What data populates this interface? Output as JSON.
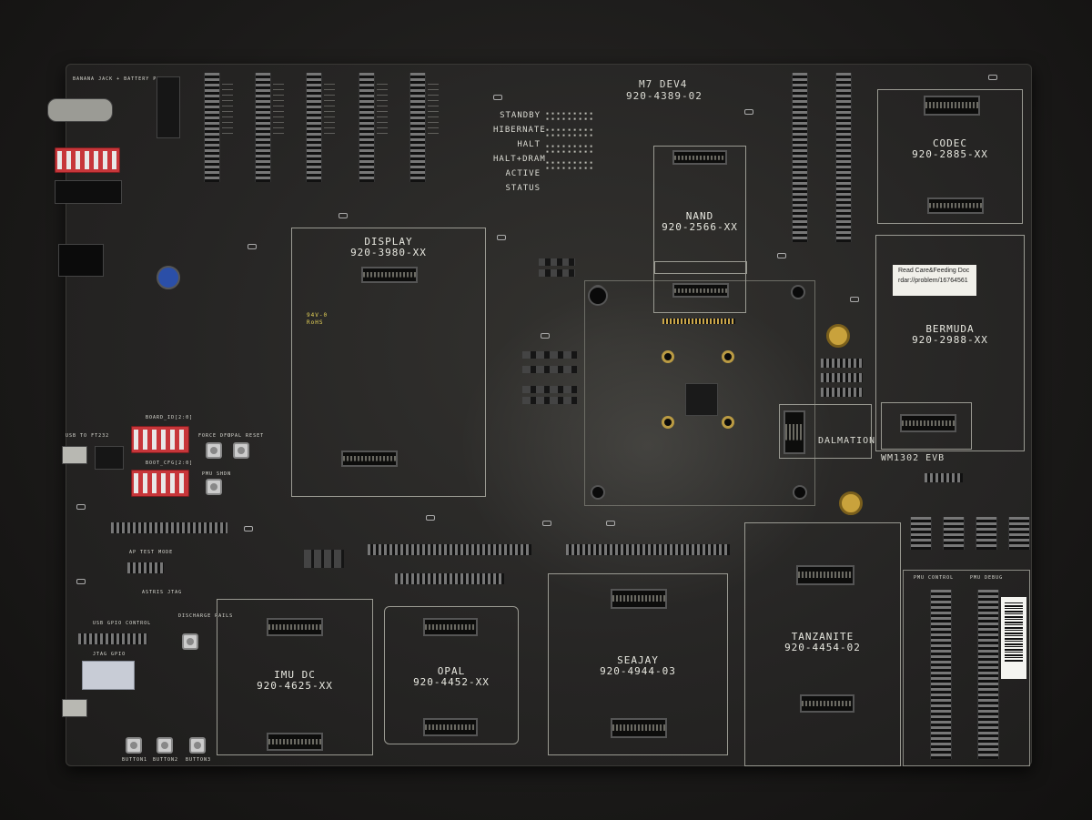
{
  "board": {
    "title": "M7 DEV4",
    "part_number": "920-4389-02",
    "power_states": [
      "STANDBY",
      "HIBERNATE",
      "HALT",
      "HALT+DRAM",
      "ACTIVE",
      "STATUS"
    ],
    "dalmation_label": "DALMATION",
    "wm_label": "WM1302 EVB",
    "battery_label": "BANANA JACK + BATTERY PCB",
    "usb_ft232_label": "USB TO FT232",
    "usb_gpio_label": "USB GPIO CONTROL",
    "jtag_gpio_label": "JTAG GPIO",
    "astris_label": "ASTRIS JTAG",
    "ap_test_label": "AP TEST MODE",
    "discharge_label": "DISCHARGE RAILS",
    "board_id_label": "BOARD_ID[2:0]",
    "boot_cfg_label": "BOOT_CFG[2:0]",
    "force_dfu_label": "FORCE DFU",
    "opal_reset_label": "OPAL RESET",
    "pmu_shdn_label": "PMU SHDN",
    "button_labels": [
      "BUTTON1",
      "BUTTON2",
      "BUTTON3"
    ],
    "pmu_control_label": "PMU CONTROL",
    "pmu_debug_label": "PMU DEBUG",
    "material_mark": "94V-0",
    "material_mark2": "RoHS"
  },
  "modules": {
    "display": {
      "name": "DISPLAY",
      "part": "920-3980-XX"
    },
    "nand": {
      "name": "NAND",
      "part": "920-2566-XX"
    },
    "codec": {
      "name": "CODEC",
      "part": "920-2885-XX"
    },
    "bermuda": {
      "name": "BERMUDA",
      "part": "920-2988-XX"
    },
    "imu_dc": {
      "name": "IMU DC",
      "part": "920-4625-XX"
    },
    "opal": {
      "name": "OPAL",
      "part": "920-4452-XX"
    },
    "seajay": {
      "name": "SEAJAY",
      "part": "920-4944-03"
    },
    "tanzanite": {
      "name": "TANZANITE",
      "part": "920-4454-02"
    }
  },
  "sticker": {
    "line1": "Read Care&Feeding Doc",
    "line2": "rdar://problem/16764561"
  },
  "colors": {
    "background": "#1b1a19",
    "pcb": "#2a2927",
    "silkscreen": "#e8e8e0",
    "dip_switch": "#c7363a",
    "gold": "#b99a43"
  }
}
